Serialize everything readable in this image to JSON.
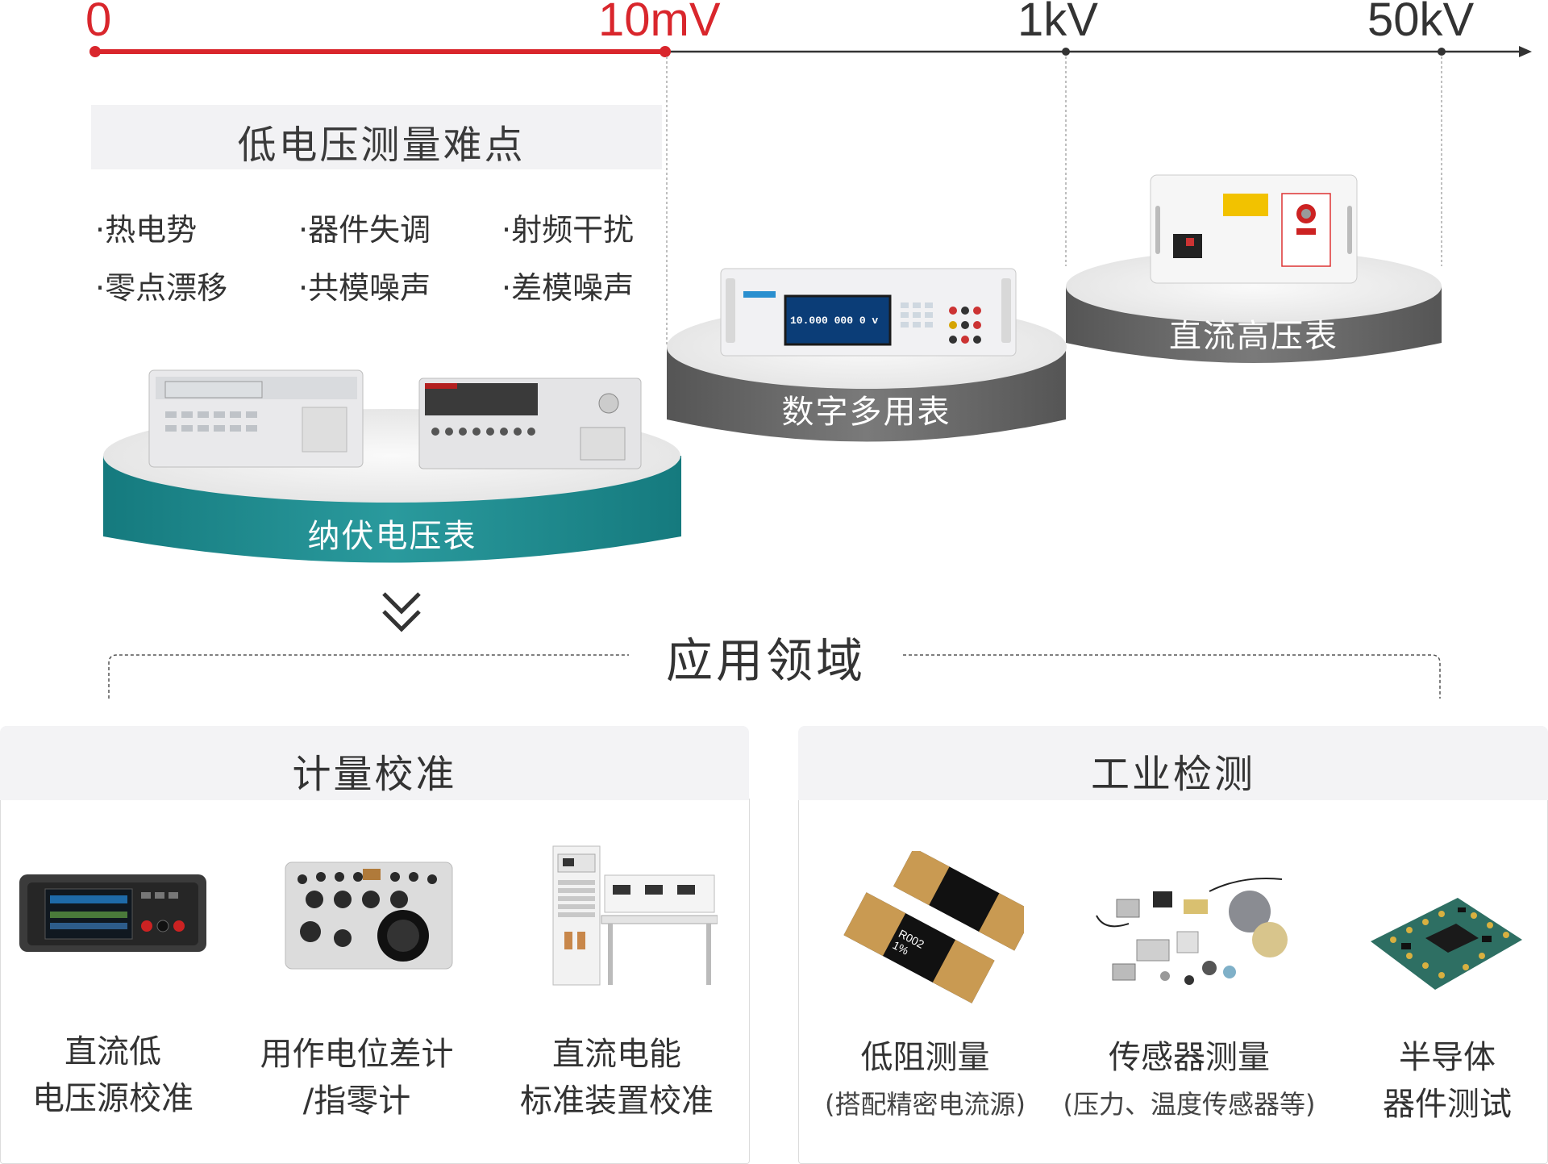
{
  "scale": {
    "ticks": [
      {
        "label": "0"
      },
      {
        "label": "10mV"
      },
      {
        "label": "1kV"
      },
      {
        "label": "50kV"
      }
    ],
    "colors": {
      "active": "#d9262c",
      "axis": "#333333"
    }
  },
  "difficulties": {
    "title": "低电压测量难点",
    "items": [
      "·热电势",
      "·器件失调",
      "·射频干扰",
      "·零点漂移",
      "·共模噪声",
      "·差模噪声"
    ]
  },
  "instruments": [
    {
      "label": "纳伏电压表",
      "color": "#1e8a8e"
    },
    {
      "label": "数字多用表",
      "color": "#6b6b6b"
    },
    {
      "label": "直流高压表",
      "color": "#6b6b6b"
    }
  ],
  "dmm_display": "10.000 000 0 v",
  "application": {
    "title": "应用领域",
    "arrow_icon": "double-chevron-down-icon",
    "panels": [
      {
        "title": "计量校准",
        "items": [
          {
            "line1": "直流低",
            "line2": "电压源校准",
            "icon": "power-supply-icon"
          },
          {
            "line1": "用作电位差计",
            "line2": "/指零计",
            "icon": "potentiometer-icon"
          },
          {
            "line1": "直流电能",
            "line2": "标准装置校准",
            "icon": "test-bench-icon"
          }
        ]
      },
      {
        "title": "工业检测",
        "items": [
          {
            "line1": "低阻测量",
            "line2": "(搭配精密电流源)",
            "icon": "shunt-resistor-icon"
          },
          {
            "line1": "传感器测量",
            "line2": "(压力、温度传感器等)",
            "icon": "sensors-icon"
          },
          {
            "line1": "半导体",
            "line2": "器件测试",
            "icon": "circuit-board-icon"
          }
        ]
      }
    ]
  },
  "resistor_marking": "R002\n1%"
}
